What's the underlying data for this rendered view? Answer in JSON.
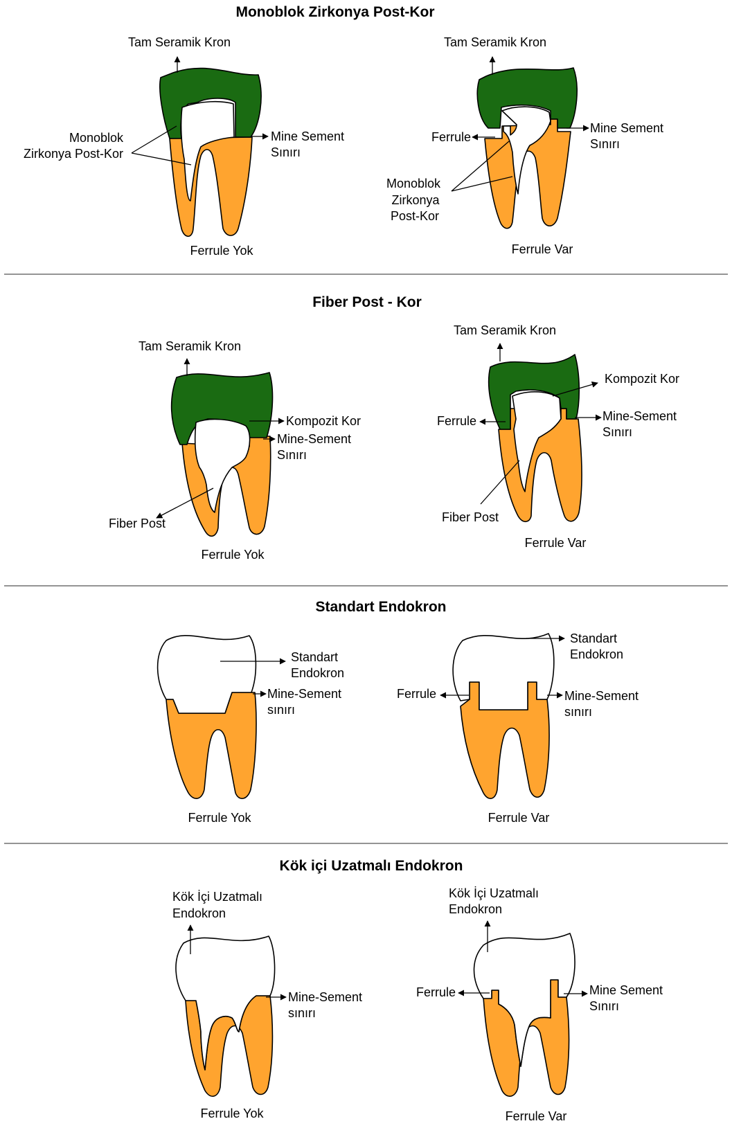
{
  "colors": {
    "root": "#ffa42f",
    "crown": "#1a6b12",
    "restoration": "#ffffff",
    "line": "#000000"
  },
  "sections": [
    {
      "title": "Monoblok Zirkonya Post-Kor",
      "left": {
        "crown_label": "Tam Seramik Kron",
        "post_label_1": "Monoblok",
        "post_label_2": "Zirkonya Post-Kor",
        "mse_label_1": "Mine Sement",
        "mse_label_2": "Sınırı",
        "caption": "Ferrule Yok"
      },
      "right": {
        "crown_label": "Tam Seramik Kron",
        "ferrule_label": "Ferrule",
        "mse_label_1": "Mine Sement",
        "mse_label_2": "Sınırı",
        "post_label_1": "Monoblok",
        "post_label_2": "Zirkonya",
        "post_label_3": "Post-Kor",
        "caption": "Ferrule Var"
      }
    },
    {
      "title": "Fiber Post - Kor",
      "left": {
        "crown_label": "Tam Seramik Kron",
        "core_label": "Kompozit Kor",
        "mse_label_1": "Mine-Sement",
        "mse_label_2": "Sınırı",
        "post_label": "Fiber Post",
        "caption": "Ferrule Yok"
      },
      "right": {
        "crown_label": "Tam Seramik Kron",
        "core_label": "Kompozit Kor",
        "ferrule_label": "Ferrule",
        "mse_label_1": "Mine-Sement",
        "mse_label_2": "Sınırı",
        "post_label": "Fiber Post",
        "caption": "Ferrule Var"
      }
    },
    {
      "title": "Standart Endokron",
      "left": {
        "endo_label_1": "Standart",
        "endo_label_2": "Endokron",
        "mse_label_1": "Mine-Sement",
        "mse_label_2": "sınırı",
        "caption": "Ferrule Yok"
      },
      "right": {
        "endo_label_1": "Standart",
        "endo_label_2": "Endokron",
        "ferrule_label": "Ferrule",
        "mse_label_1": "Mine-Sement",
        "mse_label_2": "sınırı",
        "caption": "Ferrule Var"
      }
    },
    {
      "title": "Kök içi Uzatmalı Endokron",
      "left": {
        "endo_label_1": "Kök İçi Uzatmalı",
        "endo_label_2": "Endokron",
        "mse_label_1": "Mine-Sement",
        "mse_label_2": "sınırı",
        "caption": "Ferrule Yok"
      },
      "right": {
        "endo_label_1": "Kök İçi Uzatmalı",
        "endo_label_2": "Endokron",
        "ferrule_label": "Ferrule",
        "mse_label_1": "Mine Sement",
        "mse_label_2": "Sınırı",
        "caption": "Ferrule Var"
      }
    }
  ]
}
